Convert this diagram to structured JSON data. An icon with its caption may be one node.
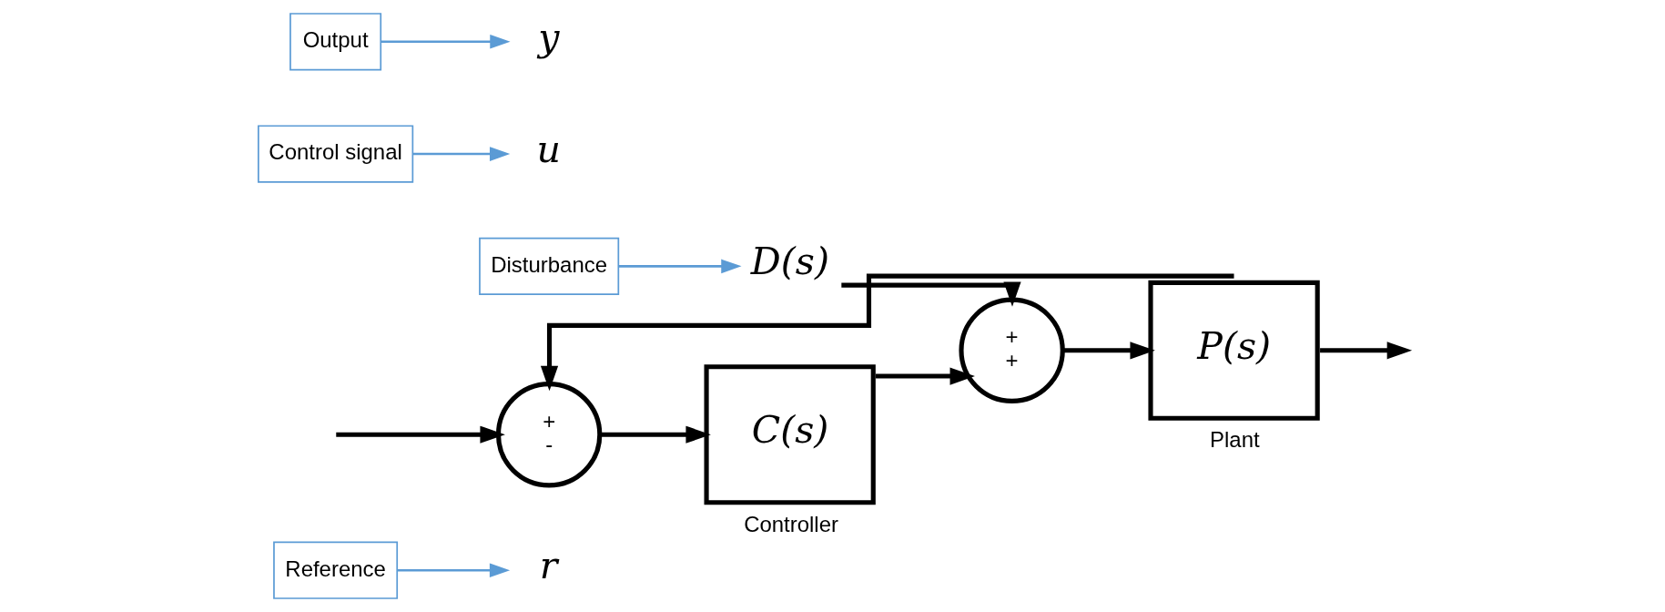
{
  "diagram": {
    "nodes": [
      {
        "text": [
          "Reference"
        ]
      },
      {
        "text": [
          "r"
        ]
      },
      {
        "text": [
          "+",
          "-"
        ]
      },
      {
        "text": [
          "C(s)"
        ],
        "beside": [
          "Controller"
        ]
      },
      {
        "text": [
          "Disturbance"
        ]
      },
      {
        "text": [
          "D(s)"
        ]
      },
      {
        "text": [
          "+",
          "+"
        ]
      },
      {
        "text": [
          "Control signal"
        ]
      },
      {
        "text": [
          "u"
        ]
      },
      {
        "text": [
          "P(s)"
        ],
        "beside": [
          "Plant"
        ]
      },
      {
        "text": [
          "Output"
        ]
      },
      {
        "text": [
          "y"
        ]
      }
    ],
    "edges": [
      {
        "from": null,
        "to": 2,
        "arrow": "to"
      },
      {
        "from": 0,
        "to": 1,
        "arrow": "to",
        "color": "#5b9bd5"
      },
      {
        "from": 2,
        "to": 3,
        "arrow": "to"
      },
      {
        "from": 3,
        "to": 6,
        "arrow": "to"
      },
      {
        "from": 4,
        "to": 5,
        "arrow": "to",
        "color": "#5b9bd5"
      },
      {
        "from": 5,
        "to": 6,
        "arrow": "to"
      },
      {
        "from": 6,
        "to": 9,
        "arrow": "to"
      },
      {
        "from": 7,
        "to": 8,
        "arrow": "to",
        "color": "#5b9bd5"
      },
      {
        "from": 9,
        "to": null,
        "arrow": "to"
      },
      {
        "from": 10,
        "to": 11,
        "arrow": "to",
        "color": "#5b9bd5"
      },
      {
        "from": 9,
        "to": 2,
        "arrow": "to"
      }
    ]
  }
}
